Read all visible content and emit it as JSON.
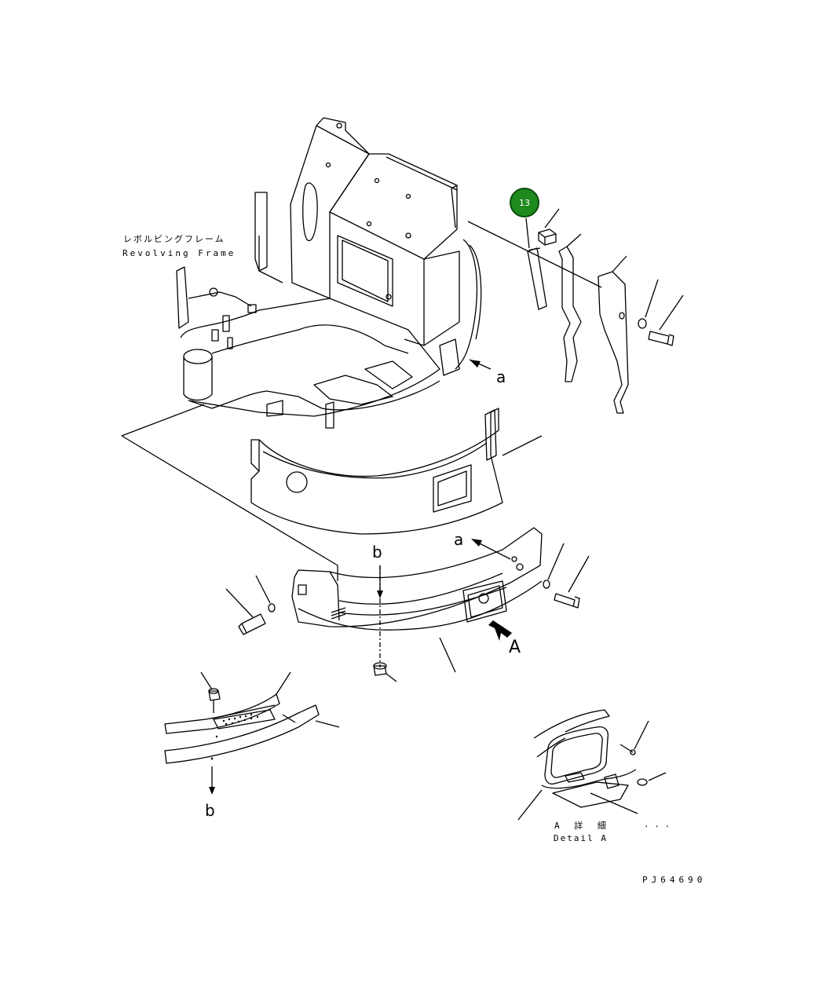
{
  "labels": {
    "frame_jp": "レボルビングフレーム",
    "frame_en": "Revolving Frame",
    "a_upper": "a",
    "a_lower": "a",
    "b_upper": "b",
    "b_lower": "b",
    "big_a": "A",
    "detail_jp": "A 詳 細",
    "detail_en": "Detail A",
    "detail_dots": ". . .",
    "drawing_no": "PJ64690"
  },
  "callouts": [
    {
      "number": "13",
      "color": "#1e8a1e"
    }
  ]
}
